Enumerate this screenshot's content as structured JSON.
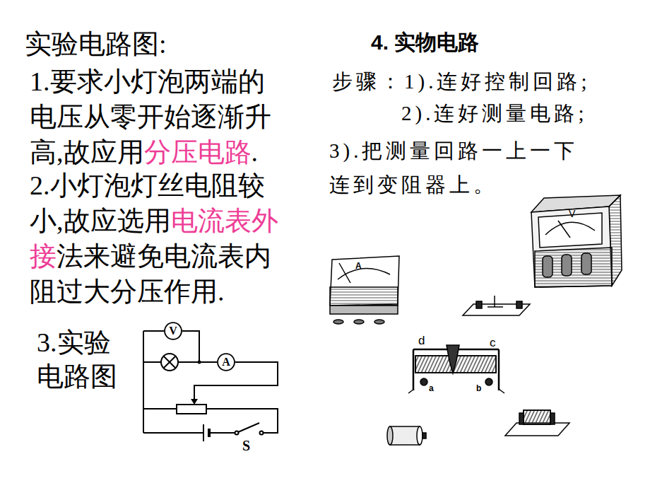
{
  "diagram": {
    "nodes": [
      {
        "text": [
          "V"
        ]
      },
      {
        "text": [
          "A"
        ]
      }
    ],
    "edges": [
      {
        "from": 0,
        "to": 1,
        "arrow": "none"
      }
    ],
    "labels": [
      "实验电路图:",
      "1.要求小灯泡两端的电压从零开始逐渐升高,故应用",
      "分压电路",
      ".",
      "2.小灯泡灯丝电阻较小,故应选用",
      "电流表外接",
      "法来避免电流表内阻过大分压作用.",
      "3.实验电路图",
      "S",
      "4. 实物电路",
      "步骤：1).连好控制回路;",
      "2).连好测量电路;",
      "3).把测量回路一上一下连到变阻器上。",
      "A",
      "V",
      "d",
      "c",
      "a",
      "b"
    ]
  }
}
